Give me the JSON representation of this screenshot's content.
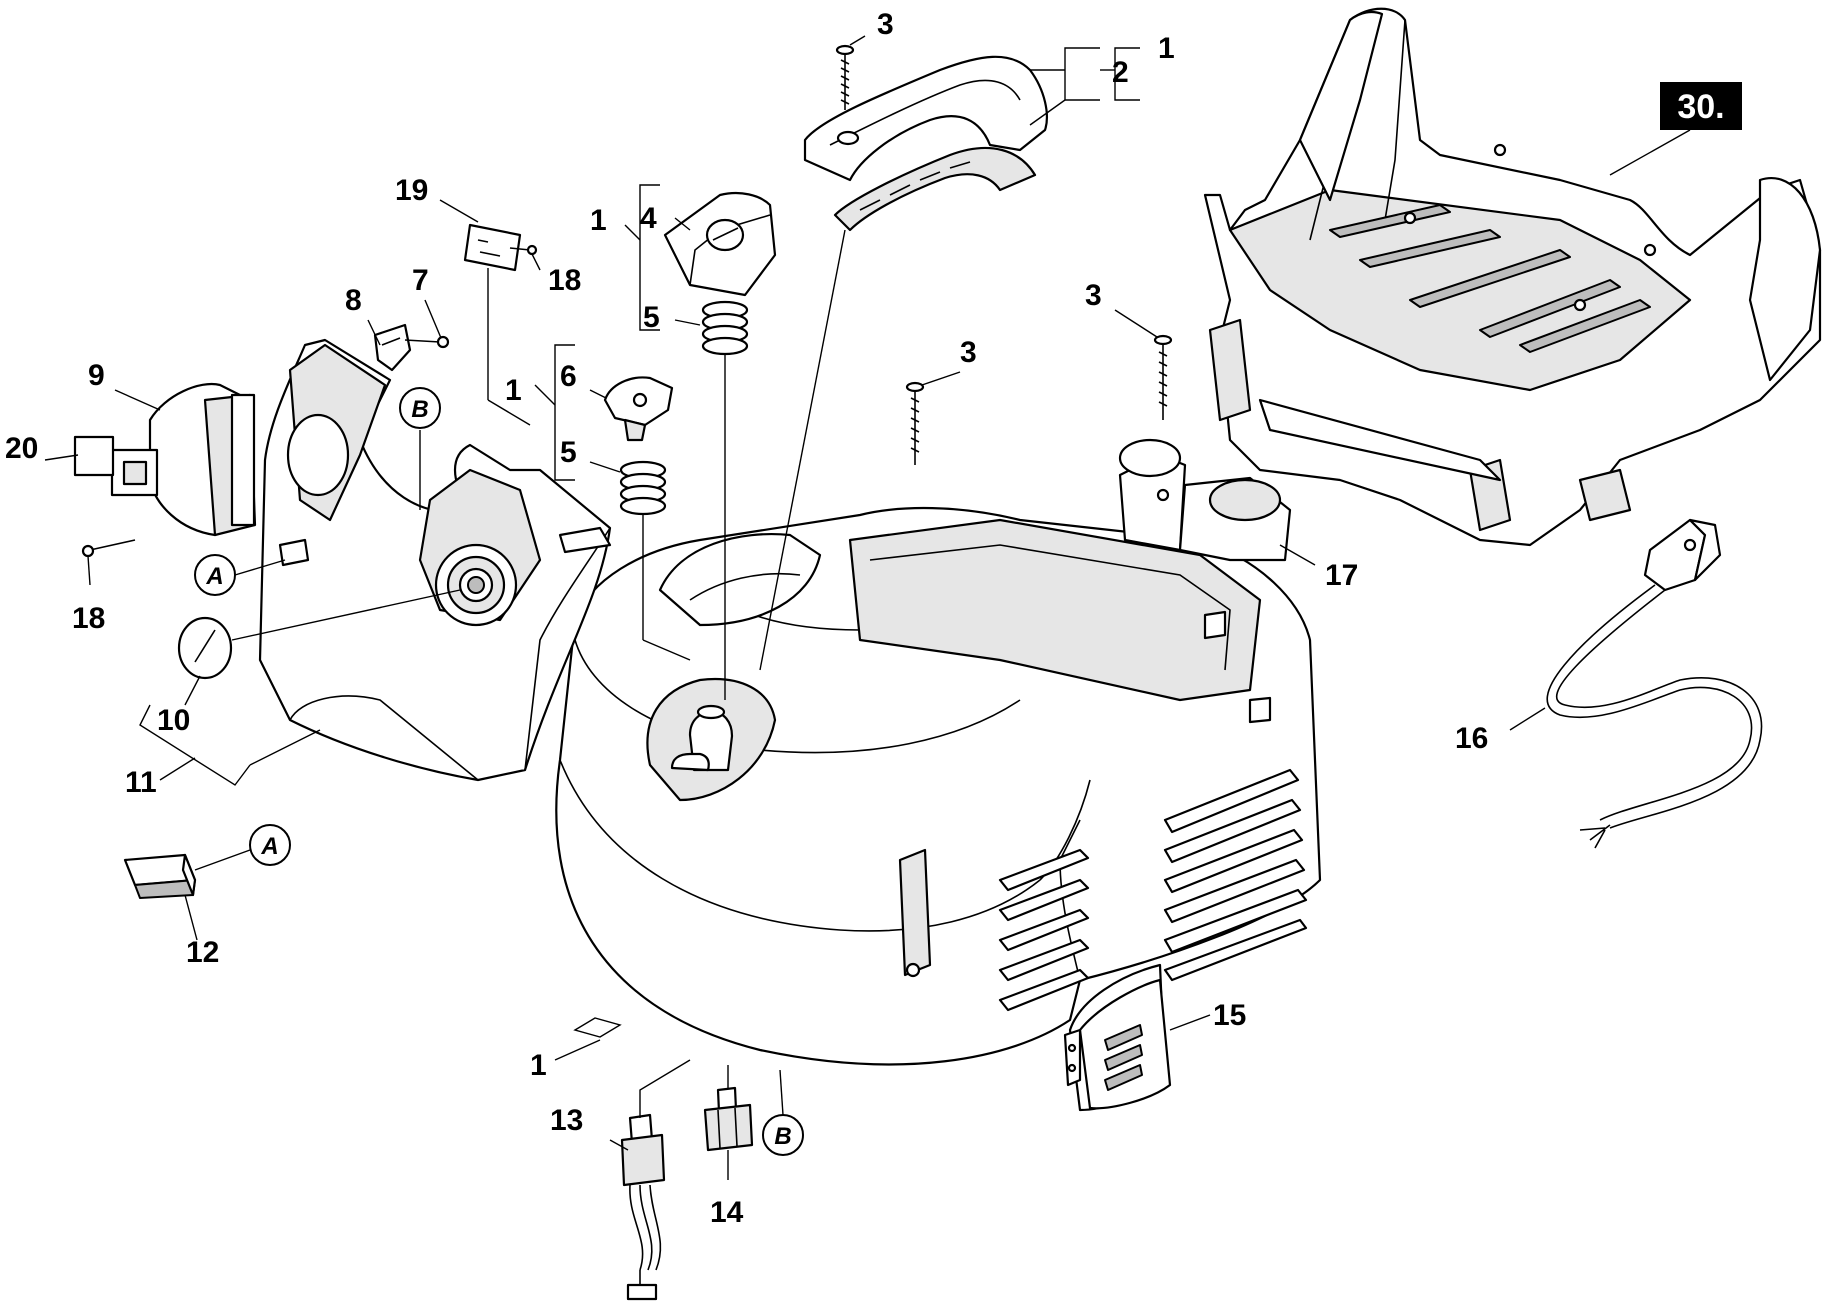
{
  "diagram": {
    "page_badge": "30.",
    "callouts": [
      {
        "id": "c3a",
        "label": "3"
      },
      {
        "id": "c2",
        "label": "2"
      },
      {
        "id": "c1a",
        "label": "1"
      },
      {
        "id": "c19",
        "label": "19"
      },
      {
        "id": "c18a",
        "label": "18"
      },
      {
        "id": "c1b",
        "label": "1"
      },
      {
        "id": "c4",
        "label": "4"
      },
      {
        "id": "c5a",
        "label": "5"
      },
      {
        "id": "c7",
        "label": "7"
      },
      {
        "id": "c8",
        "label": "8"
      },
      {
        "id": "c9",
        "label": "9"
      },
      {
        "id": "c20",
        "label": "20"
      },
      {
        "id": "c1c",
        "label": "1"
      },
      {
        "id": "c6",
        "label": "6"
      },
      {
        "id": "c5b",
        "label": "5"
      },
      {
        "id": "c3b",
        "label": "3"
      },
      {
        "id": "c3c",
        "label": "3"
      },
      {
        "id": "c17",
        "label": "17"
      },
      {
        "id": "c18b",
        "label": "18"
      },
      {
        "id": "c10",
        "label": "10"
      },
      {
        "id": "c11",
        "label": "11"
      },
      {
        "id": "c12",
        "label": "12"
      },
      {
        "id": "c16",
        "label": "16"
      },
      {
        "id": "c15",
        "label": "15"
      },
      {
        "id": "c1d",
        "label": "1"
      },
      {
        "id": "c13",
        "label": "13"
      },
      {
        "id": "c14",
        "label": "14"
      }
    ],
    "reference_marks": [
      {
        "id": "rA1",
        "label": "A"
      },
      {
        "id": "rA2",
        "label": "A"
      },
      {
        "id": "rB1",
        "label": "B"
      },
      {
        "id": "rB2",
        "label": "B"
      }
    ]
  }
}
